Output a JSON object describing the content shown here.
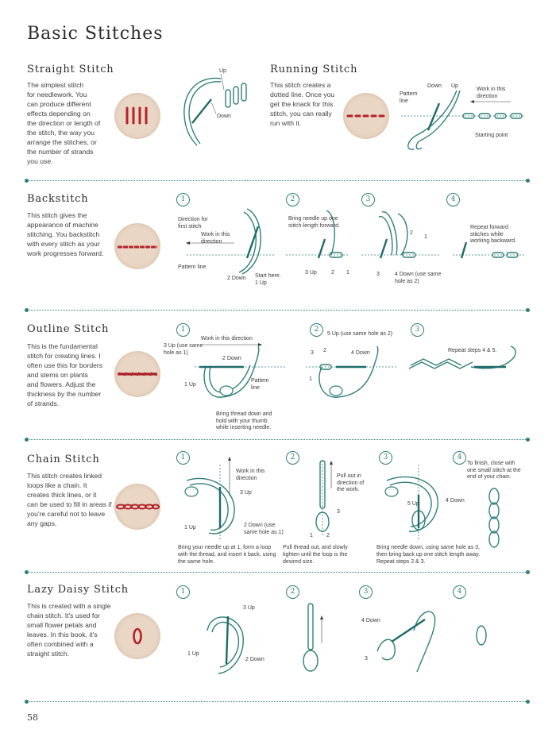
{
  "page": {
    "title": "Basic Stitches",
    "number": "58"
  },
  "sections": {
    "straight": {
      "title": "Straight Stitch",
      "desc": [
        "The simplest stitch",
        "for needlework. You",
        "can produce different",
        "effects depending on",
        "the direction or length of",
        "the stitch, the way you",
        "arrange the stitches, or",
        "the number of strands",
        "you use."
      ],
      "labels": {
        "up": "Up",
        "down": "Down"
      }
    },
    "running": {
      "title": "Running Stitch",
      "desc": [
        "This stitch creates a",
        "dotted line. Once you",
        "get the knack for this",
        "stitch, you can really",
        "run with it."
      ],
      "labels": {
        "pattern": "Pattern\nline",
        "down": "Down",
        "up": "Up",
        "work": "Work in this\ndirection",
        "start": "Starting point"
      }
    },
    "backstitch": {
      "title": "Backstitch",
      "desc": [
        "This stitch gives the",
        "appearance of machine",
        "stitching. You backstitch",
        "with every stitch as your",
        "work progresses forward."
      ],
      "steps": [
        "1",
        "2",
        "3",
        "4"
      ],
      "labels": {
        "direction": "Direction for\nfirst stitch",
        "work": "Work in this\ndirection",
        "pattern": "Pattern line",
        "down2": "2 Down",
        "start": "Start here.\n1 Up",
        "bring": "Bring needle up one\nstitch-length forward.",
        "up3": "3 Up",
        "n2": "2",
        "n1": "1",
        "n3": "3",
        "down4": "4 Down (use same\nhole as 2)",
        "n2b": "2",
        "n1b": "1",
        "repeat": "Repeat forward\nstitches while\nworking backward."
      }
    },
    "outline": {
      "title": "Outline Stitch",
      "desc": [
        "This is the fundamental",
        "stitch for creating lines. I",
        "often use this for borders",
        "and stems on plants",
        "and flowers. Adjust the",
        "thickness by the number",
        "of strands."
      ],
      "steps": [
        "1",
        "2",
        "3"
      ],
      "labels": {
        "work": "Work in this direction",
        "up3": "3 Up (use same\nhole as 1)",
        "down2": "2 Down",
        "up1": "1 Up",
        "pattern": "Pattern\nline",
        "bring": "Bring thread down and\nhold with your thumb\nwhile inserting needle.",
        "up5": "5 Up (use same hole as 2)",
        "n3": "3",
        "n2": "2",
        "down4": "4 Down",
        "n1": "1",
        "repeat": "Repeat steps 4 & 5."
      }
    },
    "chain": {
      "title": "Chain Stitch",
      "desc": [
        "This stitch creates linked",
        "loops like a chain. It",
        "creates thick lines, or it",
        "can be used to fill in areas if",
        "you're careful not to leave",
        "any gaps."
      ],
      "steps": [
        "1",
        "2",
        "3",
        "4"
      ],
      "labels": {
        "work": "Work in this\ndirection",
        "up3": "3 Up",
        "up1": "1 Up",
        "down2": "2 Down (use\nsame hole as 1)",
        "pull": "Pull out in\ndirection of\nthe work.",
        "n3": "3",
        "n1": "1",
        "n2": "2",
        "up5": "5 Up",
        "down4": "4 Down",
        "finish": "To finish, close with\none small stitch at the\nend of your chain."
      },
      "captions": [
        "Bring your needle up at 1, form a loop with the thread, and insert it back, using the same hole.",
        "Pull thread out, and slowly tighten until the loop is the desired size.",
        "Bring needle down, using same hole as 3, then bring back up one stitch length away. Repeat steps 2 & 3."
      ]
    },
    "lazy": {
      "title": "Lazy Daisy Stitch",
      "desc": [
        "This is created with a single",
        "chain stitch. It's used for",
        "small flower petals and",
        "leaves. In this book, it's",
        "often combined with a",
        "straight stitch."
      ],
      "steps": [
        "1",
        "2",
        "3",
        "4"
      ],
      "labels": {
        "up3": "3 Up",
        "up1": "1 Up",
        "down2": "2 Down",
        "down4": "4 Down",
        "n3": "3"
      }
    }
  },
  "colors": {
    "accent": "#2f7f7a",
    "thread_red": "#b2242c",
    "fabric": "#ead6c4",
    "needle": "#1f6b6b"
  }
}
